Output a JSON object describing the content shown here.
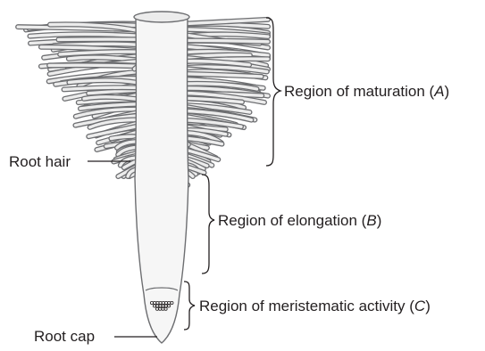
{
  "colors": {
    "outline": "#6d6e71",
    "fill": "#ececec",
    "text": "#231f20",
    "line": "#231f20"
  },
  "labels": {
    "maturation": {
      "text": "Region of maturation (",
      "letter": "A",
      "close": ")"
    },
    "root_hair": {
      "text": "Root hair"
    },
    "elongation": {
      "text": "Region of elongation (",
      "letter": "B",
      "close": ")"
    },
    "meristematic": {
      "text": "Region of meristematic activity (",
      "letter": "C",
      "close": ")"
    },
    "root_cap": {
      "text": "Root cap"
    }
  }
}
